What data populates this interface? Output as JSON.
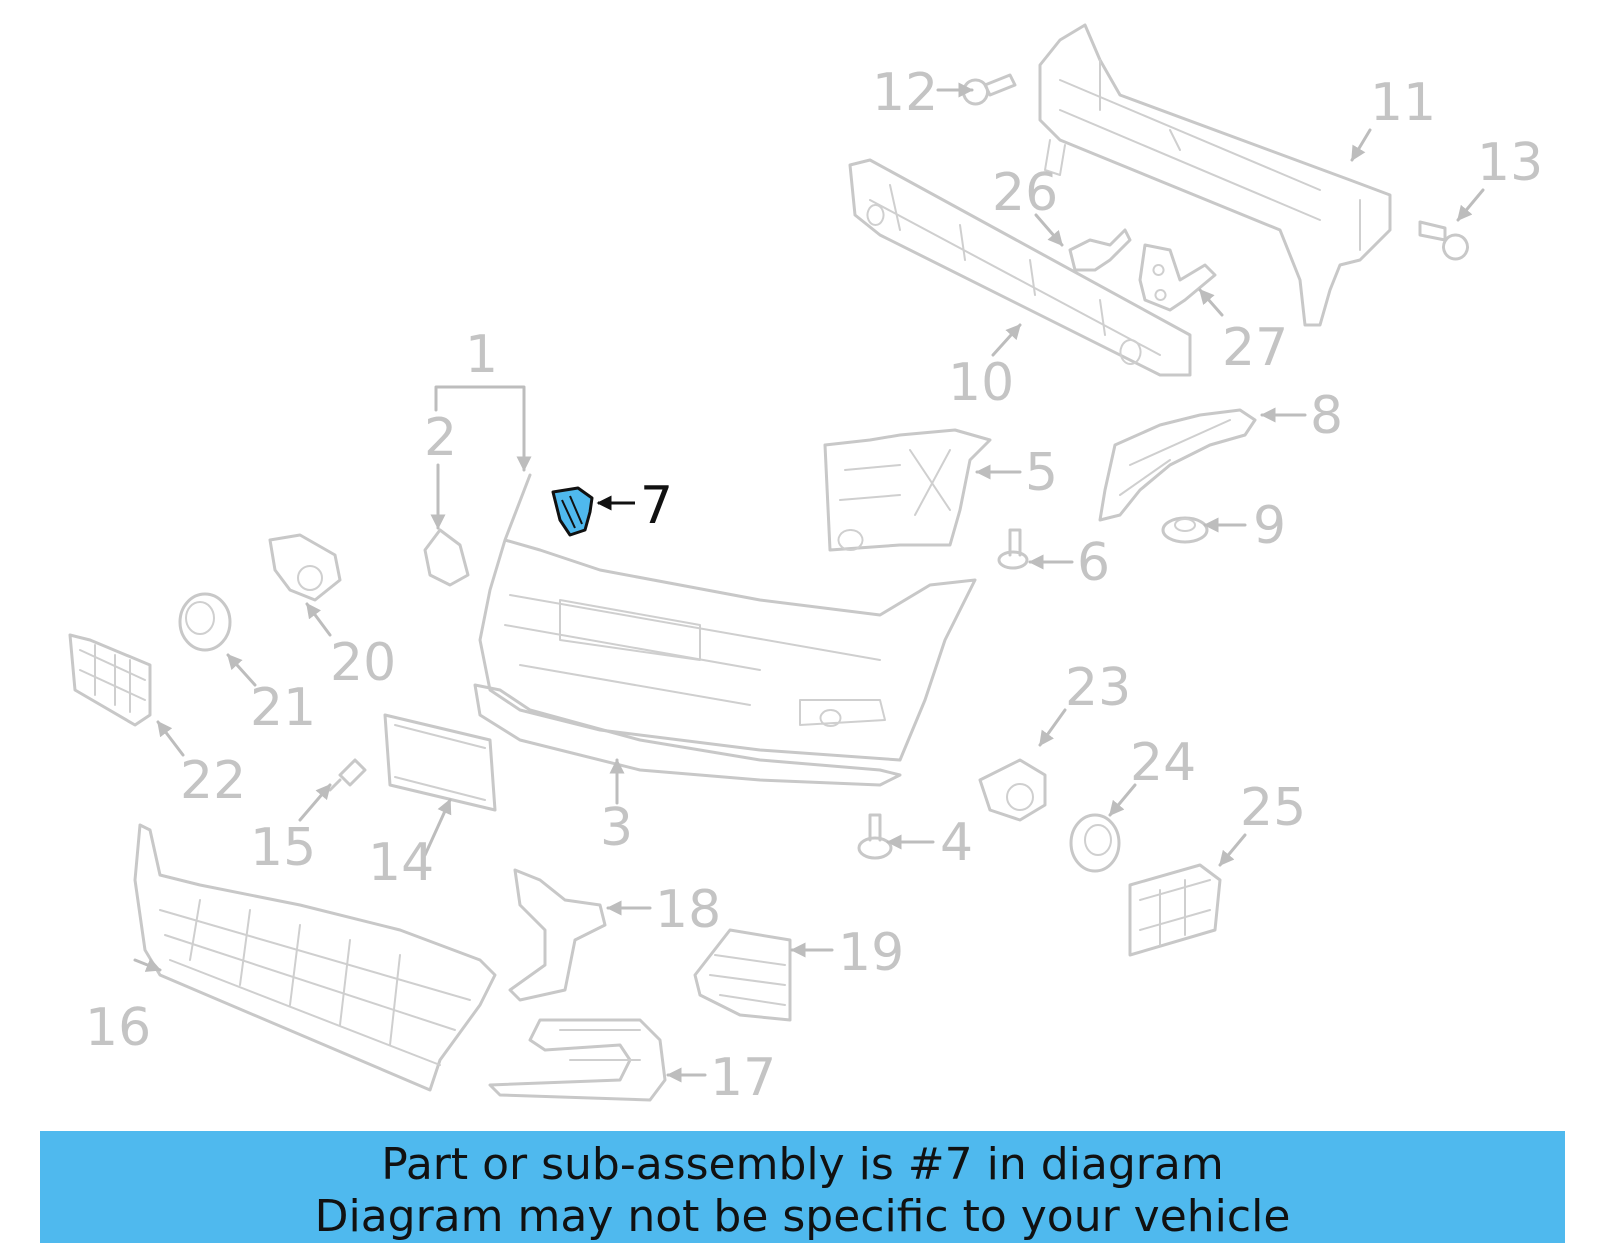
{
  "callouts": {
    "c1": "1",
    "c2": "2",
    "c3": "3",
    "c4": "4",
    "c5": "5",
    "c6": "6",
    "c7": "7",
    "c8": "8",
    "c9": "9",
    "c10": "10",
    "c11": "11",
    "c12": "12",
    "c13": "13",
    "c14": "14",
    "c15": "15",
    "c16": "16",
    "c17": "17",
    "c18": "18",
    "c19": "19",
    "c20": "20",
    "c21": "21",
    "c22": "22",
    "c23": "23",
    "c24": "24",
    "c25": "25",
    "c26": "26",
    "c27": "27"
  },
  "highlighted_part": "7",
  "colors": {
    "highlight": "#4fb9ee",
    "parts": "#c8c8c8",
    "text": "#111111"
  },
  "banner": {
    "line1": "Part or sub-assembly is #7 in diagram",
    "line2": "Diagram may not be specific to your vehicle"
  }
}
